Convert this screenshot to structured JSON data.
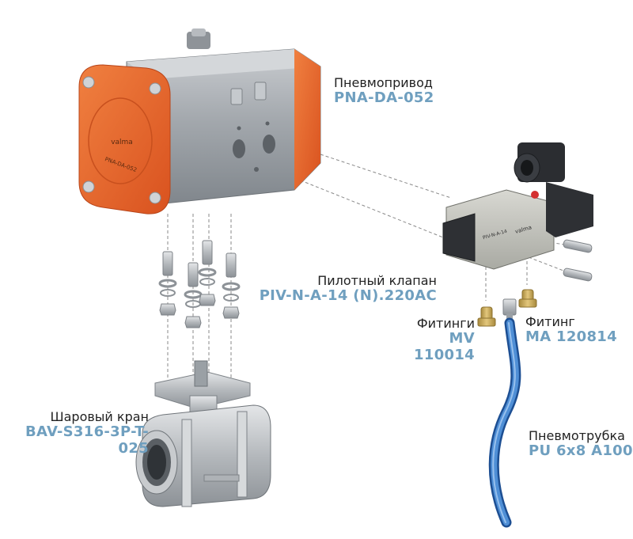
{
  "colors": {
    "accent_code": "#6f9fbf",
    "actuator_orange": "#e8632c",
    "actuator_body": "#9aa0a6",
    "valve_steel": "#b9bcbf",
    "tube_blue": "#2f74c7",
    "brass": "#c9a95a",
    "guide_line": "#8a8a8a"
  },
  "labels": {
    "actuator": {
      "name": "Пневмопривод",
      "code": "PNA-DA-052"
    },
    "pilot_valve": {
      "name": "Пилотный клапан",
      "code": "PIV-N-A-14 (N).220AC"
    },
    "fittings": {
      "name": "Фитинги",
      "code": "MV 110014"
    },
    "fitting": {
      "name": "Фитинг",
      "code": "MA 120814"
    },
    "ball_valve": {
      "name": "Шаровый кран",
      "code": "BAV-S316-3P-T-025"
    },
    "tube": {
      "name": "Пневмотрубка",
      "code": "PU 6x8 A100"
    }
  },
  "images": {
    "logo": "valma",
    "actuator_plate": "PNA-DA-052",
    "valve_plate": "PIV-N-A-14"
  },
  "icons": {
    "brand_logo": "valma-logo-icon"
  }
}
